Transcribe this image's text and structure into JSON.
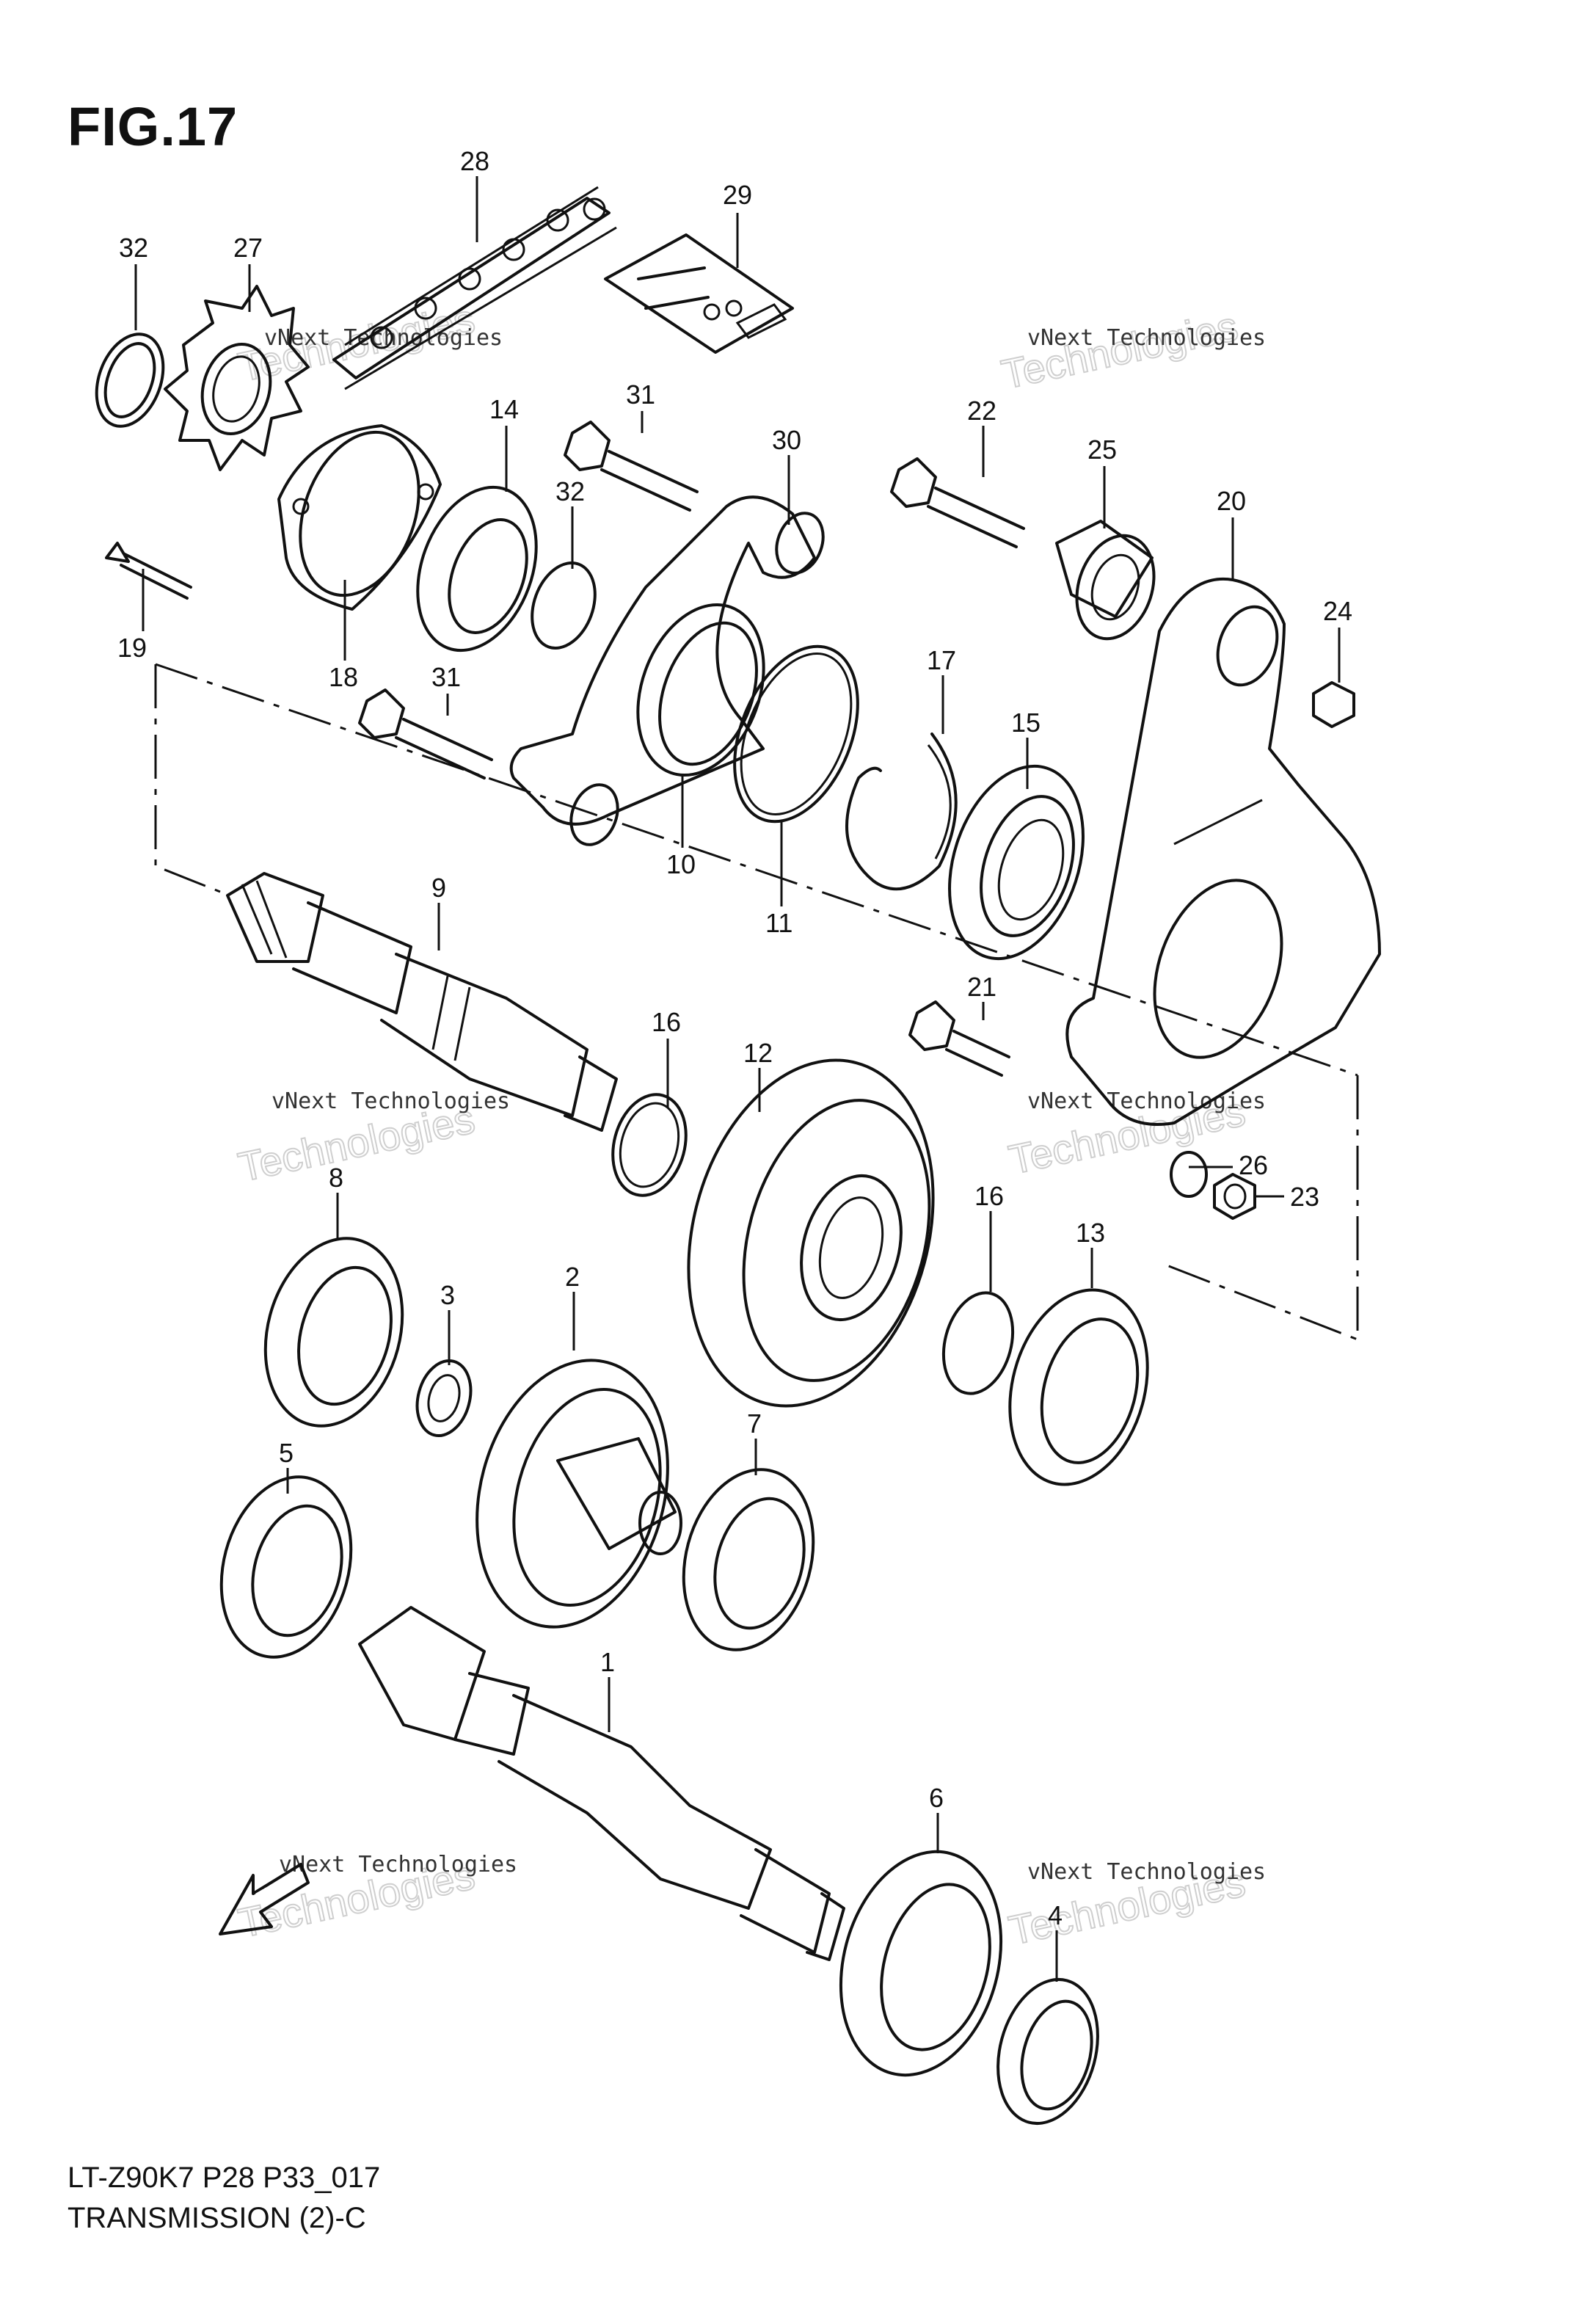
{
  "figure": {
    "title": "FIG.17",
    "model_code": "LT-Z90K7 P28 P33_017",
    "section_title": "TRANSMISSION (2)-C"
  },
  "callouts": [
    "1",
    "2",
    "3",
    "4",
    "5",
    "6",
    "7",
    "8",
    "9",
    "10",
    "11",
    "12",
    "13",
    "14",
    "15",
    "16",
    "17",
    "18",
    "19",
    "20",
    "21",
    "22",
    "23",
    "24",
    "25",
    "26",
    "27",
    "28",
    "29",
    "30",
    "31",
    "32"
  ],
  "watermark": {
    "line1": "vNext Technologies",
    "line2": "Technologies",
    "line3": "vNext"
  },
  "direction_marker": "FWD",
  "colors": {
    "ink": "#111111",
    "background": "#ffffff",
    "watermark": "#cfcfcf"
  }
}
